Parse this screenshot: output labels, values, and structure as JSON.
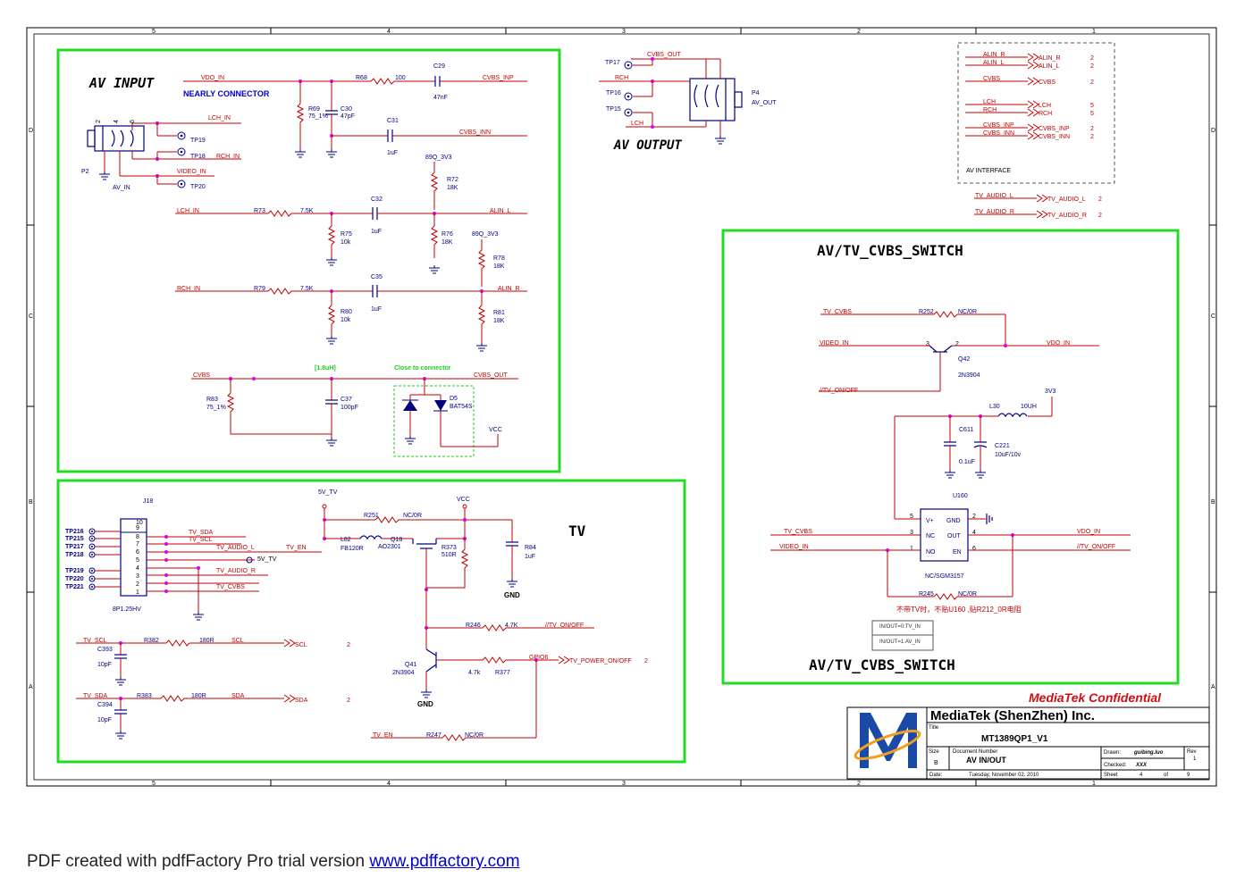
{
  "footer": {
    "text": "PDF created with pdfFactory Pro trial version ",
    "link": "www.pdffactory.com"
  },
  "frame": {
    "col_labels": [
      "5",
      "4",
      "3",
      "2",
      "1"
    ],
    "row_labels": [
      "D",
      "C",
      "B",
      "A"
    ]
  },
  "av_input": {
    "title": "AV INPUT",
    "nearly_connector": "NEARLY CONNECTOR",
    "connector_ref": "P2",
    "connector_val": "AV_IN",
    "tp19": "TP19",
    "tp18": "TP18",
    "tp20": "TP20",
    "lch_in": "LCH_IN",
    "rch_in": "RCH_IN",
    "video_in": "VIDEO_IN",
    "vdo_in": "VDO_IN",
    "r68": "R68",
    "r68_val": "100",
    "c29": "C29",
    "c29_val": "47nF",
    "cvbs_inp": "CVBS_INP",
    "r69": "R69",
    "r69_val": "75_1%",
    "c30": "C30",
    "c30_val": "47pF",
    "c31": "C31",
    "c31_val": "1uF",
    "cvbs_inn": "CVBS_INN",
    "supply1": "89Q_3V3",
    "r72": "R72",
    "r72_val": "18K",
    "lch_in2": "LCH_IN",
    "r73": "R73",
    "r73_val": "7.5K",
    "c32": "C32",
    "c32_val": "1uF",
    "alin_l": "ALIN_L",
    "r75": "R75",
    "r75_val": "10k",
    "r76": "R76",
    "r76_val": "18K",
    "supply2": "89Q_3V3",
    "r78": "R78",
    "r78_val": "18K",
    "rch_in2": "RCH_IN",
    "r79": "R79",
    "r79_val": "7.5K",
    "c35": "C35",
    "c35_val": "1uF",
    "alin_r": "ALIN_R",
    "r80": "R80",
    "r80_val": "10k",
    "r81": "R81",
    "r81_val": "18K",
    "cvbs": "CVBS",
    "l_note": "[1.8uH]",
    "close_note": "Close to connector",
    "cvbs_out": "CVBS_OUT",
    "r83": "R83",
    "r83_val": "75_1%",
    "c37": "C37",
    "c37_val": "100pF",
    "d5": "D5",
    "d5_val": "BAT54S",
    "vcc": "VCC"
  },
  "av_output": {
    "title": "AV OUTPUT",
    "cvbs_out": "CVBS_OUT",
    "tp17": "TP17",
    "rch": "RCH",
    "tp16": "TP16",
    "tp15": "TP15",
    "lch": "LCH",
    "p4": "P4",
    "p4_val": "AV_OUT"
  },
  "av_interface": {
    "caption": "AV INTERFACE",
    "rows": [
      {
        "net": "ALIN_R",
        "port": "ALIN_R",
        "page": "2"
      },
      {
        "net": "ALIN_L",
        "port": "ALIN_L",
        "page": "2"
      },
      {
        "net": "CVBS",
        "port": "CVBS",
        "page": "2"
      },
      {
        "net": "LCH",
        "port": "LCH",
        "page": "5"
      },
      {
        "net": "RCH",
        "port": "RCH",
        "page": "5"
      },
      {
        "net": "CVBS_INP",
        "port": "CVBS_INP",
        "page": "2"
      },
      {
        "net": "CVBS_INN",
        "port": "CVBS_INN",
        "page": "2"
      }
    ],
    "tv_audio": [
      {
        "net": "TV_AUDIO_L",
        "port": "TV_AUDIO_L",
        "page": "2"
      },
      {
        "net": "TV_AUDIO_R",
        "port": "TV_AUDIO_R",
        "page": "2"
      }
    ]
  },
  "switch": {
    "title": "AV/TV_CVBS_SWITCH",
    "title_bottom": "AV/TV_CVBS_SWITCH",
    "tv_cvbs": "TV_CVBS",
    "r252": "R252",
    "r252_val": "NC/0R",
    "video_in": "VIDEO_IN",
    "vdo_in": "VDO_IN",
    "q42": "Q42",
    "q42_val": "2N3904",
    "tv_on_off": "//TV_ON/OFF",
    "v3v3": "3V3",
    "l30": "L30",
    "l30_val": "10UH",
    "c611": "C611",
    "c611_val": "0.1uF",
    "c221": "C221",
    "c221_val": "10uF/10v",
    "u160": "U160",
    "u160_val": "NC/SGM3157",
    "pin_vplus": "V+",
    "pin_gnd": "GND",
    "pin_nc": "NC",
    "pin_out": "OUT",
    "pin_no": "NO",
    "pin_en": "EN",
    "tv_cvbs2": "TV_CVBS",
    "video_in2": "VIDEO_IN",
    "vdo_in2": "VDO_IN",
    "tv_on_off2": "//TV_ON/OFF",
    "r245": "R245",
    "r245_val": "NC/0R",
    "note": "不带TV时，不贴U160   ,贴R212_0R电阻",
    "table1": "IN/OUT=0:TV_IN",
    "table2": "IN/OUT=1:AV_IN"
  },
  "tv": {
    "title": "TV",
    "j18": "J18",
    "j18_val": "8P1.25HV",
    "tps": [
      "TP216",
      "TP215",
      "TP217",
      "TP218",
      "TP219",
      "TP220",
      "TP221"
    ],
    "nets": [
      "TV_SDA",
      "TV_SCL",
      "TV_AUDIO_L",
      "5V_TV",
      "TV_AUDIO_R",
      "TV_CVBS"
    ],
    "tv_en": "TV_EN",
    "v5_tv": "5V_TV",
    "vcc": "VCC",
    "r251": "R251",
    "r251_val": "NC/0R",
    "l82": "L82",
    "l82_val": "FB120R",
    "q18": "Q18",
    "q18_val": "AO2301",
    "r373": "R373",
    "r373_val": "510R",
    "r84": "R84",
    "r84_val": "1uF",
    "gnd": "GND",
    "r246": "R246",
    "r246_val": "4.7K",
    "tv_on_off": "//TV_ON/OFF",
    "q41": "Q41",
    "q41_val": "2N3904",
    "gpio6": "GPIO6",
    "tv_power": "TV_POWER_ON/OFF",
    "tv_power_page": "2",
    "r377": "R377",
    "r377_val": "4.7k",
    "gnd2": "GND",
    "tv_scl": "TV_SCL",
    "r382": "R382",
    "r382_val": "180R",
    "scl": "SCL",
    "scl_port": "SCL",
    "scl_page": "2",
    "c393": "C393",
    "c393_val": "10pF",
    "tv_sda": "TV_SDA",
    "r383": "R383",
    "r383_val": "180R",
    "sda": "SDA",
    "sda_port": "SDA",
    "sda_page": "2",
    "c394": "C394",
    "c394_val": "10pF",
    "tv_en2": "TV_EN",
    "r247": "R247",
    "r247_val": "NC/0R"
  },
  "title_block": {
    "confidential": "MediaTek Confidential",
    "company": "MediaTek (ShenZhen) Inc.",
    "title_label": "Title",
    "title": "MT1389QP1_V1",
    "size_label": "Size",
    "size": "B",
    "doc_label": "Document Number",
    "doc": "AV IN/OUT",
    "rev_label": "Rev",
    "rev": "1",
    "drawn_label": "Drawn:",
    "drawn": "guibing.luo",
    "checked_label": "Checked:",
    "checked": "XXX",
    "date_label": "Date:",
    "date": "Tuesday, November 02, 2010",
    "sheet_label": "Sheet",
    "sheet": "4",
    "of_label": "of",
    "of": "9"
  }
}
